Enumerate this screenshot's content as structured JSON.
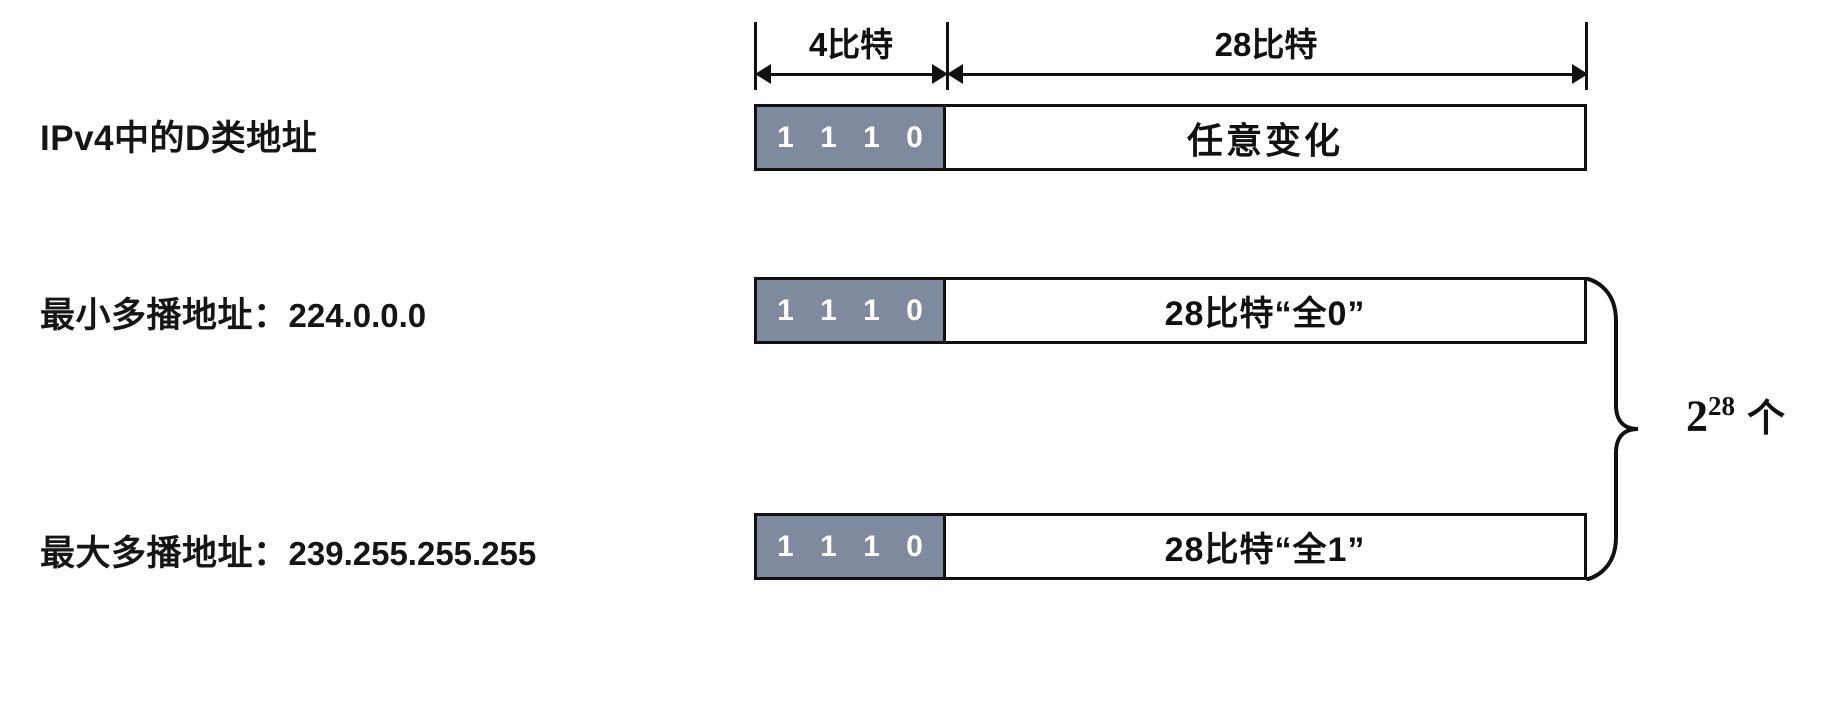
{
  "diagram": {
    "title": "IPv4 D-class (multicast) address structure",
    "dimensions": {
      "prefix_label": "4比特",
      "suffix_label": "28比特"
    },
    "rows": [
      {
        "label_cjk": "IPv4中的D类地址",
        "label_value": "",
        "prefix_bits": "1 1 1 0",
        "body_text": "任意变化"
      },
      {
        "label_cjk": "最小多播地址：",
        "label_value": "224.0.0.0",
        "prefix_bits": "1 1 1 0",
        "body_text": "28比特“全0”"
      },
      {
        "label_cjk": "最大多播地址：",
        "label_value": "239.255.255.255",
        "prefix_bits": "1 1 1 0",
        "body_text": "28比特“全1”"
      }
    ],
    "count_note": {
      "base": "2",
      "exponent": "28",
      "unit": "个"
    },
    "colors": {
      "prefix_fill": "#808a9f",
      "prefix_text": "#ffffff",
      "stroke": "#111111",
      "background": "#ffffff"
    }
  }
}
